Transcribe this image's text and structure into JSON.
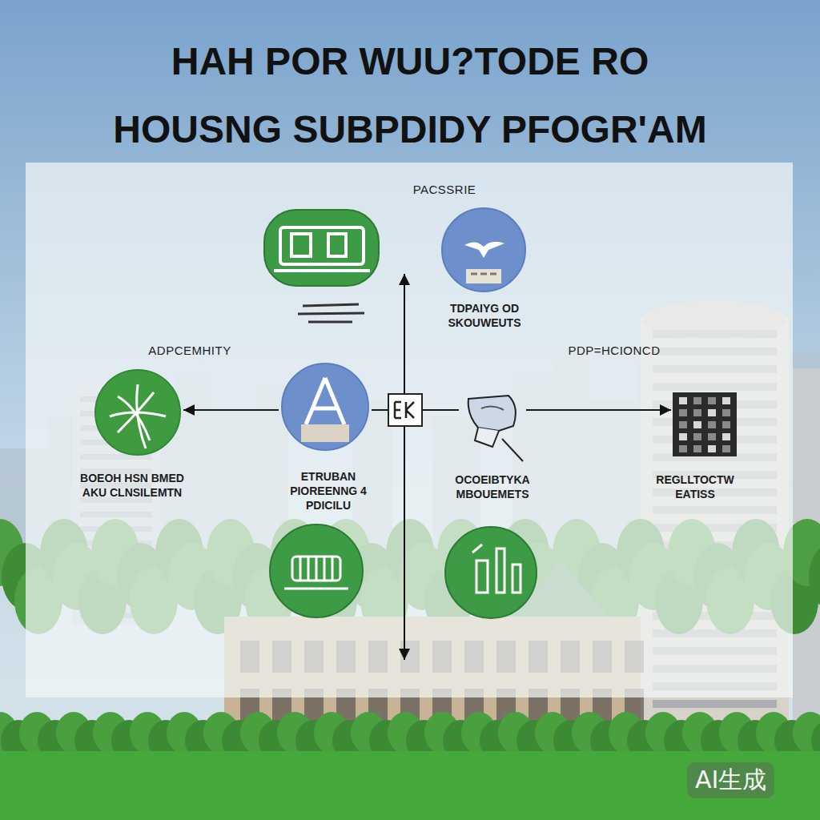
{
  "diagram": {
    "title": "HAH POR WUU?TODE RO HOUSNG SUBPDIDY PFOGR'AM",
    "nodes": [
      {
        "text": [
          "PACSSRIE",
          "TDPAIYG OD SKOUWEUTS"
        ]
      },
      {
        "text": [
          "ADPCEMHITY",
          "BOEOH HSN BMED AKU CLNSILEMTN"
        ]
      },
      {
        "text": [
          "ETRUBAN PIOREENNG 4 PDICILU"
        ]
      },
      {
        "text": [
          "OCOEIBTYKA MBOUEMETS"
        ]
      },
      {
        "text": [
          "PDP=HCIONCD",
          "REGLLTOCTW EATISS"
        ]
      }
    ],
    "edges": [
      {
        "from": 2,
        "to": 1,
        "arrow": "to"
      },
      {
        "from": 2,
        "to": 3,
        "arrow": "none"
      },
      {
        "from": 3,
        "to": 4,
        "arrow": "to"
      }
    ],
    "labels": [
      "AI生成"
    ]
  }
}
